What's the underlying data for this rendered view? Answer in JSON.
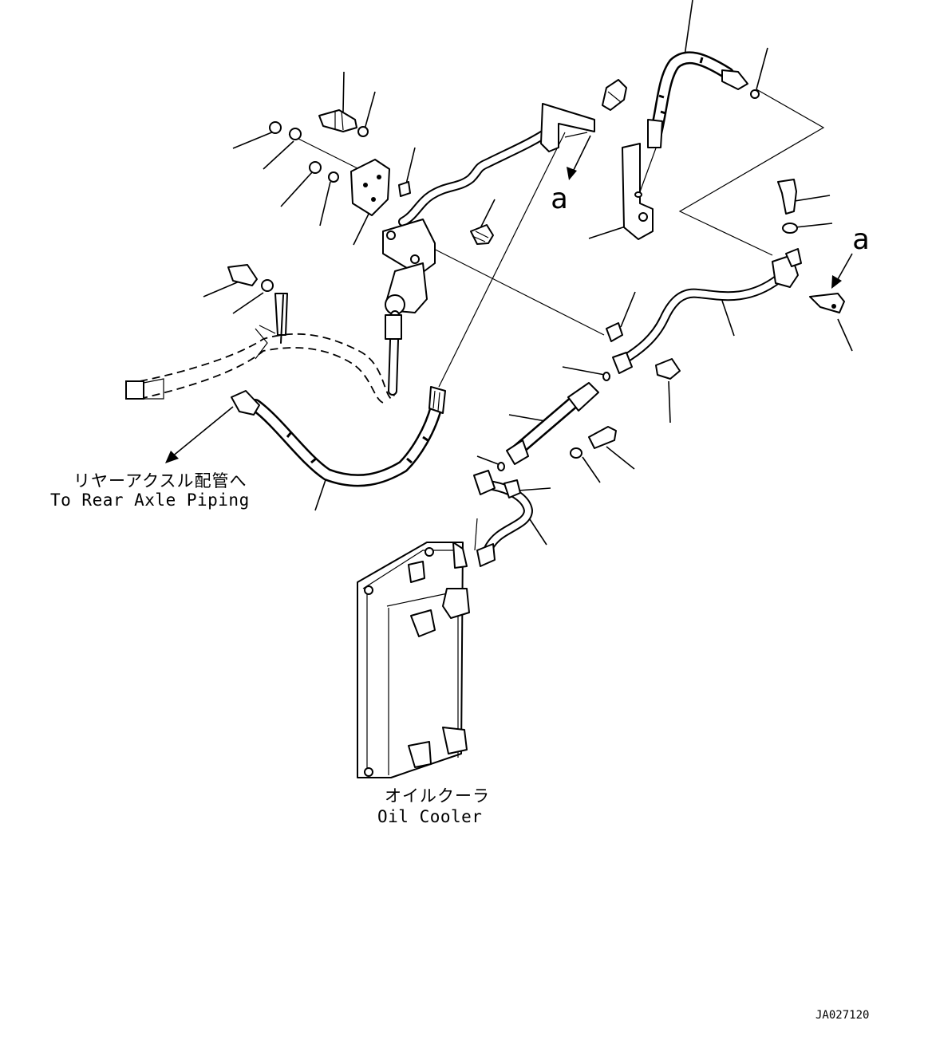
{
  "labels": {
    "rear_axle_jp": "リヤーアクスル配管へ",
    "rear_axle_en": "To Rear Axle Piping",
    "oil_cooler_jp": "オイルクーラ",
    "oil_cooler_en": "Oil Cooler",
    "view_ref_a_1": "a",
    "view_ref_a_2": "a",
    "drawing_number": "JA027120"
  }
}
